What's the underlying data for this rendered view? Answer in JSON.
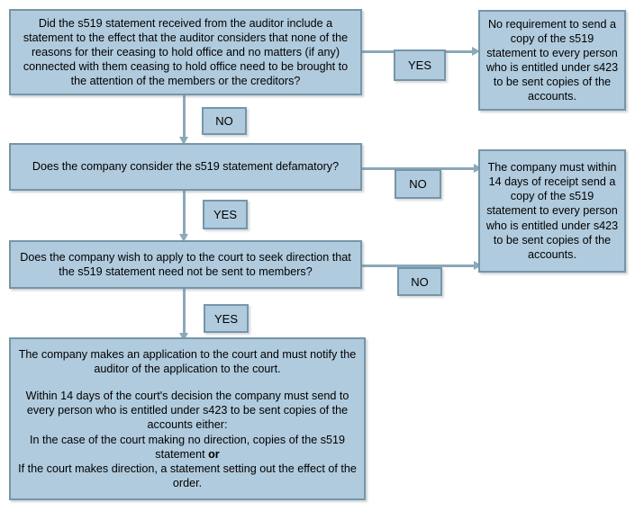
{
  "diagram": {
    "title": "s519 auditor statement flowchart",
    "colors": {
      "node_fill": "#b0cbdd",
      "node_border": "#7596a8",
      "connector": "#8ba9b8",
      "background": "#ffffff",
      "text": "#000000"
    },
    "nodes": {
      "q1": "Did the s519 statement received from the auditor include a statement to the effect that the auditor considers that none of the reasons for their ceasing to hold office and no matters (if any) connected with them ceasing to hold office need to be brought to the attention of the members or the creditors?",
      "q1_yes_outcome": "No requirement to send a copy of the s519 statement to every person who is entitled under s423 to be sent copies of the accounts.",
      "q2": "Does the company consider the s519 statement defamatory?",
      "q2_no_outcome": "The company must within 14 days of receipt send a copy of the s519 statement to every person who is entitled under s423 to be sent copies of the accounts.",
      "q3": "Does the company wish to apply to the court to seek direction that the s519 statement need not be sent to members?",
      "q3_yes_outcome_p1": "The company makes an application to the court and must notify the auditor of the application to the court.",
      "q3_yes_outcome_p2": "Within 14 days of the court's decision the company must send to every person who is entitled under s423 to be sent copies of the accounts either:",
      "q3_yes_outcome_p3a": "In the case of the court making no direction, copies of the s519 statement ",
      "q3_yes_outcome_p3b": "or",
      "q3_yes_outcome_p4": "If the court makes direction, a statement setting out the effect of the order."
    },
    "edge_labels": {
      "q1_yes": "YES",
      "q1_no": "NO",
      "q2_yes": "YES",
      "q2_no": "NO",
      "q3_yes": "YES",
      "q3_no": "NO"
    }
  }
}
